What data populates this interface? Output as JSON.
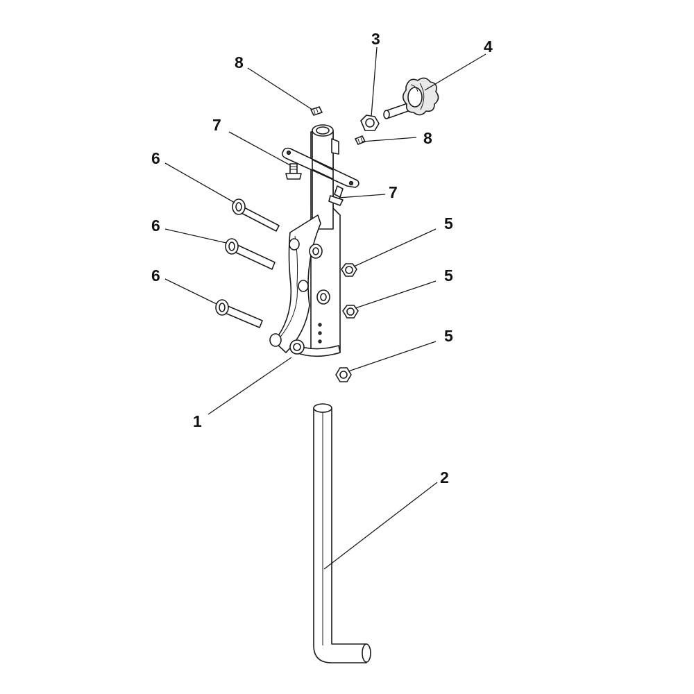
{
  "diagram": {
    "type": "exploded-parts-view",
    "callouts": [
      "1",
      "2",
      "3",
      "4",
      "5",
      "5",
      "5",
      "6",
      "6",
      "6",
      "7",
      "7",
      "8",
      "8"
    ]
  }
}
